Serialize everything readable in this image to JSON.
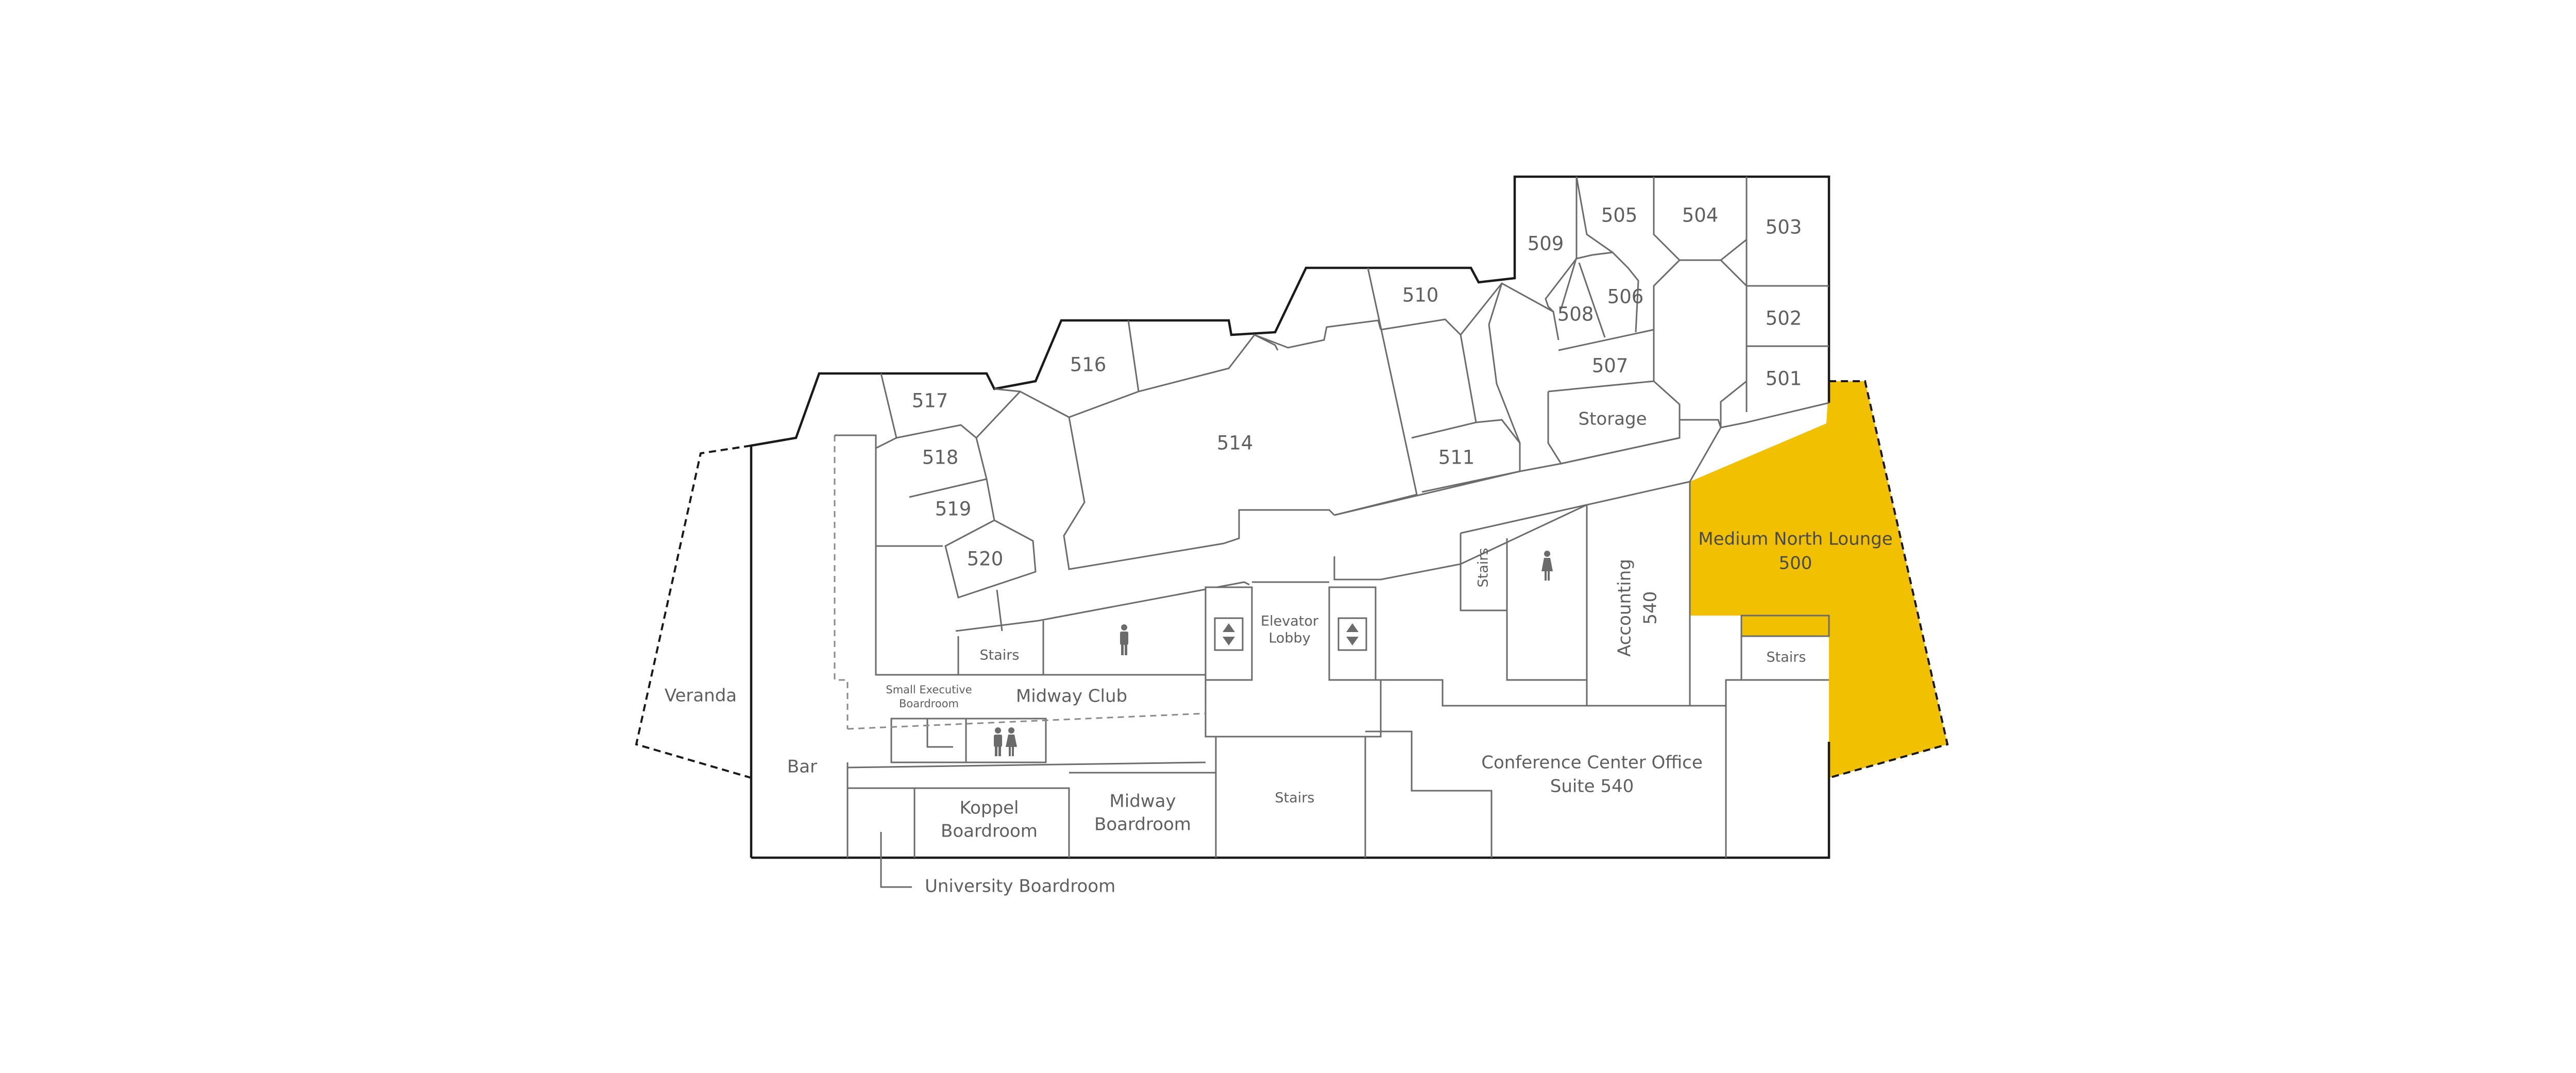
{
  "colors": {
    "highlight": "#F1C000",
    "line": "#6b6b6b",
    "outline": "#1a1a1a",
    "label": "#5f5f5f"
  },
  "rooms": {
    "r501": "501",
    "r502": "502",
    "r503": "503",
    "r504": "504",
    "r505": "505",
    "r506": "506",
    "r507": "507",
    "r508": "508",
    "r509": "509",
    "r510": "510",
    "r511": "511",
    "r514": "514",
    "r516": "516",
    "r517": "517",
    "r518": "518",
    "r519": "519",
    "r520": "520",
    "storage": "Storage",
    "medium_north_lounge_name": "Medium North Lounge",
    "medium_north_lounge_number": "500",
    "accounting_name": "Accounting",
    "accounting_number": "540",
    "conference_line1": "Conference Center Office",
    "conference_line2": "Suite 540",
    "elevator_lobby_line1": "Elevator",
    "elevator_lobby_line2": "Lobby",
    "midway_club": "Midway Club",
    "midway_boardroom_line1": "Midway",
    "midway_boardroom_line2": "Boardroom",
    "koppel_line1": "Koppel",
    "koppel_line2": "Boardroom",
    "small_exec_line1": "Small Executive",
    "small_exec_line2": "Boardroom",
    "university_boardroom": "University Boardroom",
    "veranda": "Veranda",
    "bar": "Bar",
    "stairs_a": "Stairs",
    "stairs_b": "Stairs",
    "stairs_c": "Stairs",
    "stairs_d": "Stairs"
  },
  "highlighted_room": "Medium North Lounge 500",
  "icons": [
    "restroom-men-icon",
    "restroom-women-icon",
    "restroom-icon",
    "elevator-icon"
  ]
}
